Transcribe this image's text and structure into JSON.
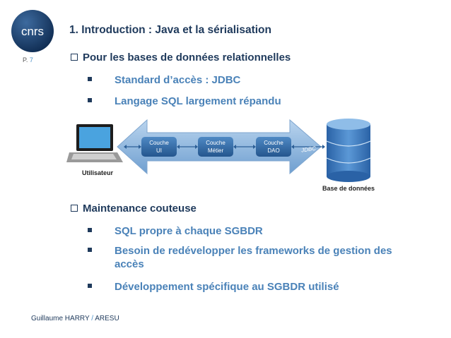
{
  "logo": {
    "text": "cnrs"
  },
  "page": {
    "prefix": "P.",
    "number": "7"
  },
  "slide": {
    "title": "1.  Introduction : Java et la sérialisation",
    "section1": {
      "heading": "Pour les bases de données relationnelles",
      "items": [
        "Standard d’accès : JDBC",
        "Langage SQL largement répandu"
      ]
    },
    "section2": {
      "heading": "Maintenance couteuse",
      "items": [
        "SQL propre à chaque SGBDR",
        "Besoin de redévelopper les frameworks de gestion des accès",
        "Développement spécifique au SGBDR utilisé"
      ]
    }
  },
  "diagram": {
    "user_label": "Utilisateur",
    "db_label": "Base de données",
    "jdbc_label": "JDBC",
    "layers": [
      {
        "line1": "Couche",
        "line2": "UI"
      },
      {
        "line1": "Couche",
        "line2": "Métier"
      },
      {
        "line1": "Couche",
        "line2": "DAO"
      }
    ]
  },
  "footer": {
    "author": "Guillaume HARRY",
    "separator": "/",
    "org": "ARESU"
  },
  "colors": {
    "title": "#1f3a5c",
    "subitem": "#4a82b8",
    "arrow": "#5a94c9",
    "db": "#3f7fc0"
  }
}
